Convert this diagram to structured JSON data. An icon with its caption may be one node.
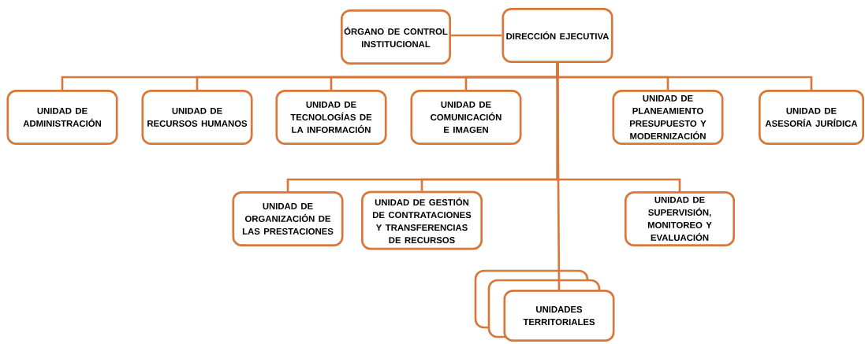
{
  "diagram": {
    "nodes": [
      {
        "text": [
          "ÓRGANO DE CONTROL INSTITUCIONAL"
        ]
      },
      {
        "text": [
          "DIRECCIÓN EJECUTIVA"
        ]
      },
      {
        "text": [
          "UNIDAD DE ADMINISTRACIÓN"
        ]
      },
      {
        "text": [
          "UNIDAD DE RECURSOS HUMANOS"
        ]
      },
      {
        "text": [
          "UNIDAD DE TECNOLOGÍAS DE LA INFORMACIÓN"
        ]
      },
      {
        "text": [
          "UNIDAD DE COMUNICACIÓN E IMAGEN"
        ]
      },
      {
        "text": [
          "UNIDAD DE PLANEAMIENTO PRESUPUESTO Y MODERNIZACIÓN"
        ]
      },
      {
        "text": [
          "UNIDAD DE ASESORÍA JURÍDICA"
        ]
      },
      {
        "text": [
          "UNIDAD DE ORGANIZACIÓN DE LAS PRESTACIONES"
        ]
      },
      {
        "text": [
          "UNIDAD DE GESTIÓN DE CONTRATACIONES Y TRANSFERENCIAS DE RECURSOS"
        ]
      },
      {
        "text": [
          "UNIDAD DE SUPERVISIÓN, MONITOREO Y EVALUACIÓN"
        ]
      },
      {
        "text": [
          "UNIDADES TERRITORIALES"
        ]
      }
    ],
    "edges": [
      {
        "from": 0,
        "to": 1,
        "arrow": "none"
      },
      {
        "from": 1,
        "to": 2,
        "arrow": "none"
      },
      {
        "from": 1,
        "to": 3,
        "arrow": "none"
      },
      {
        "from": 1,
        "to": 4,
        "arrow": "none"
      },
      {
        "from": 1,
        "to": 5,
        "arrow": "none"
      },
      {
        "from": 1,
        "to": 6,
        "arrow": "none"
      },
      {
        "from": 1,
        "to": 7,
        "arrow": "none"
      },
      {
        "from": 1,
        "to": 8,
        "arrow": "none"
      },
      {
        "from": 1,
        "to": 9,
        "arrow": "none"
      },
      {
        "from": 1,
        "to": 10,
        "arrow": "none"
      },
      {
        "from": 1,
        "to": 11,
        "arrow": "none"
      }
    ]
  }
}
